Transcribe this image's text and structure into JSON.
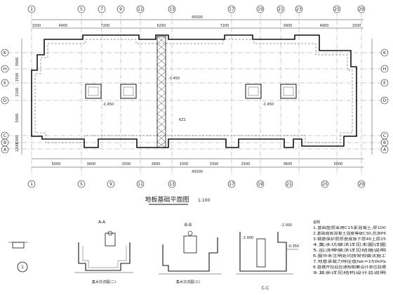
{
  "plan": {
    "title": "地板基础平面图",
    "scale": "1:100",
    "total_dim": "45000",
    "dims_top": [
      "1500",
      "4900",
      "7200",
      "6250",
      "7200",
      "3900",
      "4900",
      "1500"
    ],
    "dims_bottom": [
      "5000",
      "3600",
      "2500",
      "2800",
      "3300",
      "3300",
      "2500",
      "3600",
      "5000"
    ],
    "dims_side_left": [
      "3000",
      "1500",
      "2100",
      "5000",
      "1300",
      "1200"
    ],
    "axes_top": [
      "1",
      "5",
      "7",
      "9",
      "11",
      "13",
      "17",
      "19",
      "21",
      "23",
      "25",
      "29"
    ],
    "axes_bottom": [
      "1",
      "5",
      "9",
      "11",
      "13",
      "17",
      "19",
      "21",
      "25",
      "29"
    ],
    "axes_side": [
      "K",
      "H",
      "E",
      "D",
      "C",
      "B",
      "A"
    ],
    "center_note": "KZ1",
    "elev_notes": [
      "-1.450",
      "-1.450",
      "-1.450"
    ]
  },
  "details": {
    "detail1": "1",
    "aa": "A-A",
    "bb": "B-B",
    "cc": "C-C",
    "aa_caption": "集水坑详图(二)",
    "bb_caption": "集水坑详图(三)",
    "cc_elevs": [
      "-2.000",
      "-0.350",
      "-2.000"
    ]
  },
  "notes": {
    "header": "说明",
    "lines": [
      "1.基础垫层采用C15素混凝土,厚100",
      "2.基础底板混凝土强度等级C30,抗渗P6",
      "3.钢筋保护层厚度底板下层40上层25",
      "4.集水坑做法详见本图详图",
      "5.后浇带做法详见结施说明",
      "6.图中未注明处均按常规做法施工",
      "7.地基承载力特征值fak=150kPa",
      "8.基槽开挖后应通知勘察设计单位验槽",
      "9.其余详见结构设计总说明"
    ]
  },
  "colors": {
    "line": "#1a1a1a",
    "thin": "#555555",
    "paper": "#ffffff"
  }
}
